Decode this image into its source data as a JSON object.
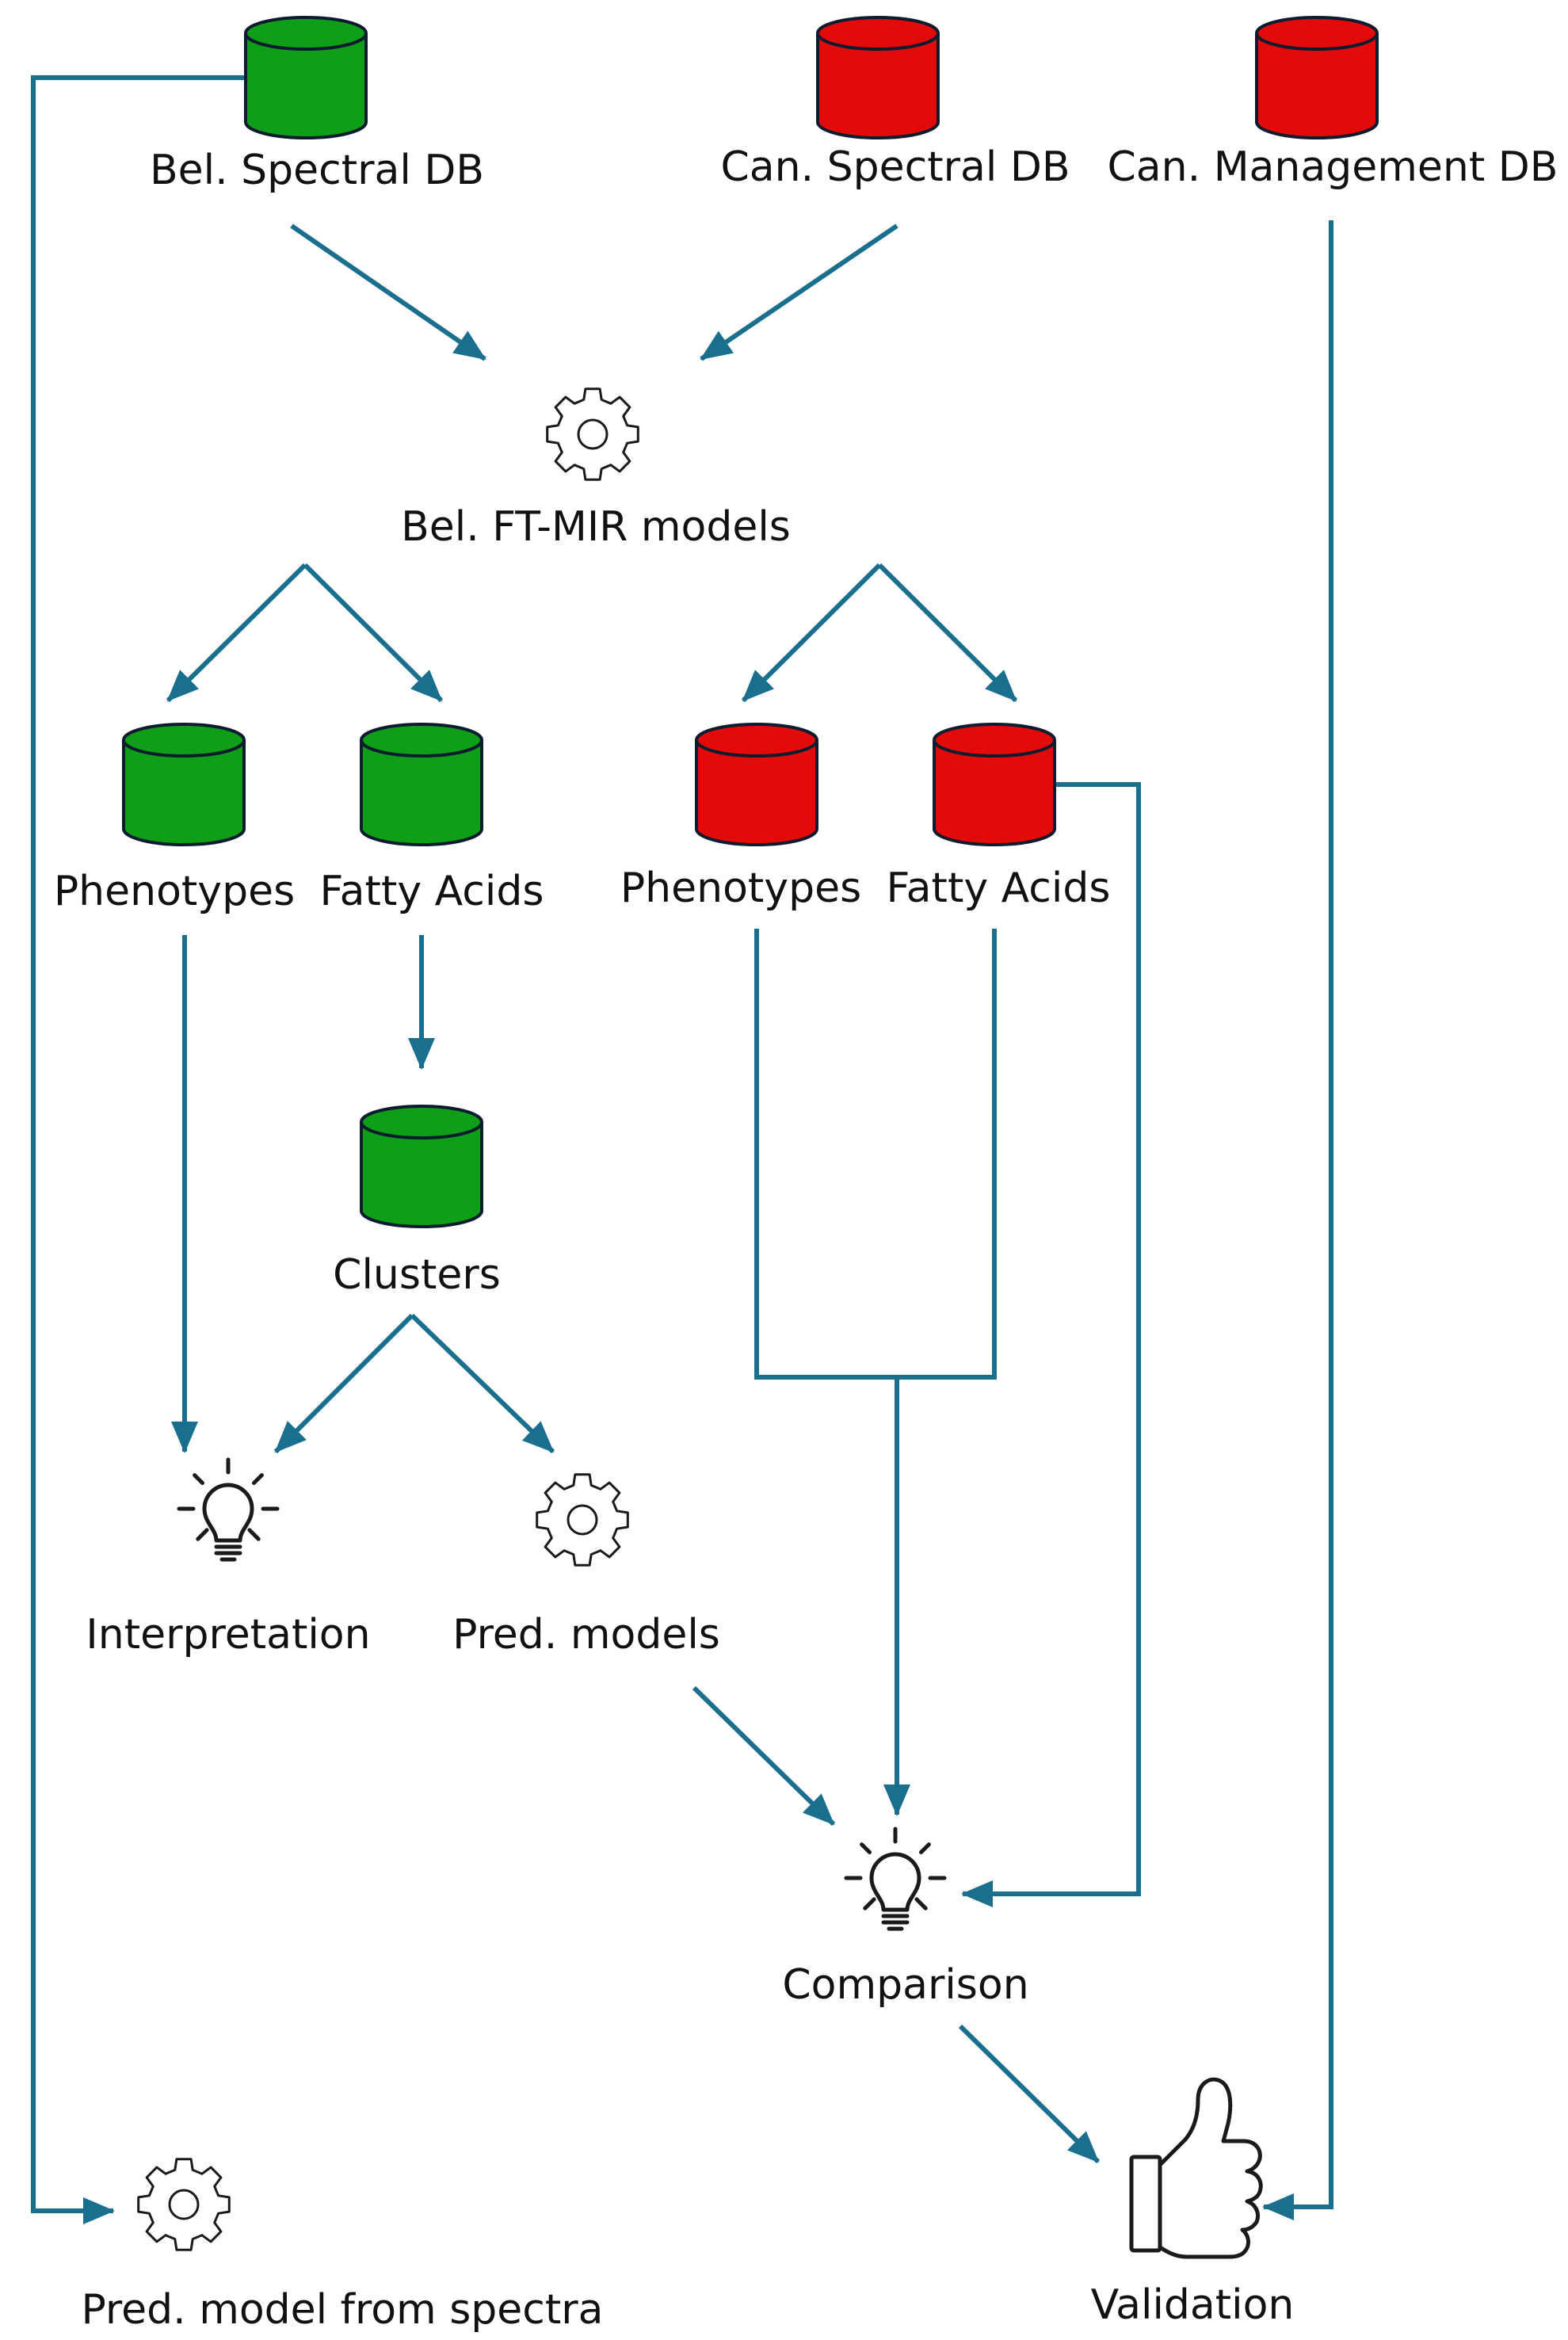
{
  "colors": {
    "arrow": "#1a6e8e",
    "db_green": "#0e9e17",
    "db_red": "#e30a0a",
    "icon_stroke": "#1a1a1a"
  },
  "nodes": {
    "bel_spectral_db": {
      "label": "Bel. Spectral DB",
      "icon": "database-green"
    },
    "can_spectral_db": {
      "label": "Can. Spectral DB",
      "icon": "database-red"
    },
    "can_management_db": {
      "label": "Can. Management DB",
      "icon": "database-red"
    },
    "bel_ftmir_models": {
      "label": "Bel. FT-MIR models",
      "icon": "gear"
    },
    "bel_phenotypes": {
      "label": "Phenotypes",
      "icon": "database-green"
    },
    "bel_fatty_acids": {
      "label": "Fatty Acids",
      "icon": "database-green"
    },
    "can_phenotypes": {
      "label": "Phenotypes",
      "icon": "database-red"
    },
    "can_fatty_acids": {
      "label": "Fatty Acids",
      "icon": "database-red"
    },
    "clusters": {
      "label": "Clusters",
      "icon": "database-green"
    },
    "interpretation": {
      "label": "Interpretation",
      "icon": "lightbulb"
    },
    "pred_models": {
      "label": "Pred. models",
      "icon": "gear"
    },
    "comparison": {
      "label": "Comparison",
      "icon": "lightbulb"
    },
    "pred_model_from_spectra": {
      "label": "Pred. model from spectra",
      "icon": "gear"
    },
    "validation": {
      "label": "Validation",
      "icon": "thumbs-up"
    }
  },
  "edges": [
    [
      "bel_spectral_db",
      "bel_ftmir_models"
    ],
    [
      "can_spectral_db",
      "bel_ftmir_models"
    ],
    [
      "bel_spectral_db",
      "pred_model_from_spectra"
    ],
    [
      "can_management_db",
      "validation"
    ],
    [
      "bel_ftmir_models",
      "bel_phenotypes"
    ],
    [
      "bel_ftmir_models",
      "bel_fatty_acids"
    ],
    [
      "bel_ftmir_models",
      "can_phenotypes"
    ],
    [
      "bel_ftmir_models",
      "can_fatty_acids"
    ],
    [
      "bel_fatty_acids",
      "clusters"
    ],
    [
      "bel_phenotypes",
      "interpretation"
    ],
    [
      "clusters",
      "interpretation"
    ],
    [
      "clusters",
      "pred_models"
    ],
    [
      "can_phenotypes",
      "comparison"
    ],
    [
      "can_fatty_acids",
      "comparison"
    ],
    [
      "can_fatty_acids",
      "comparison"
    ],
    [
      "pred_models",
      "comparison"
    ],
    [
      "comparison",
      "validation"
    ]
  ]
}
